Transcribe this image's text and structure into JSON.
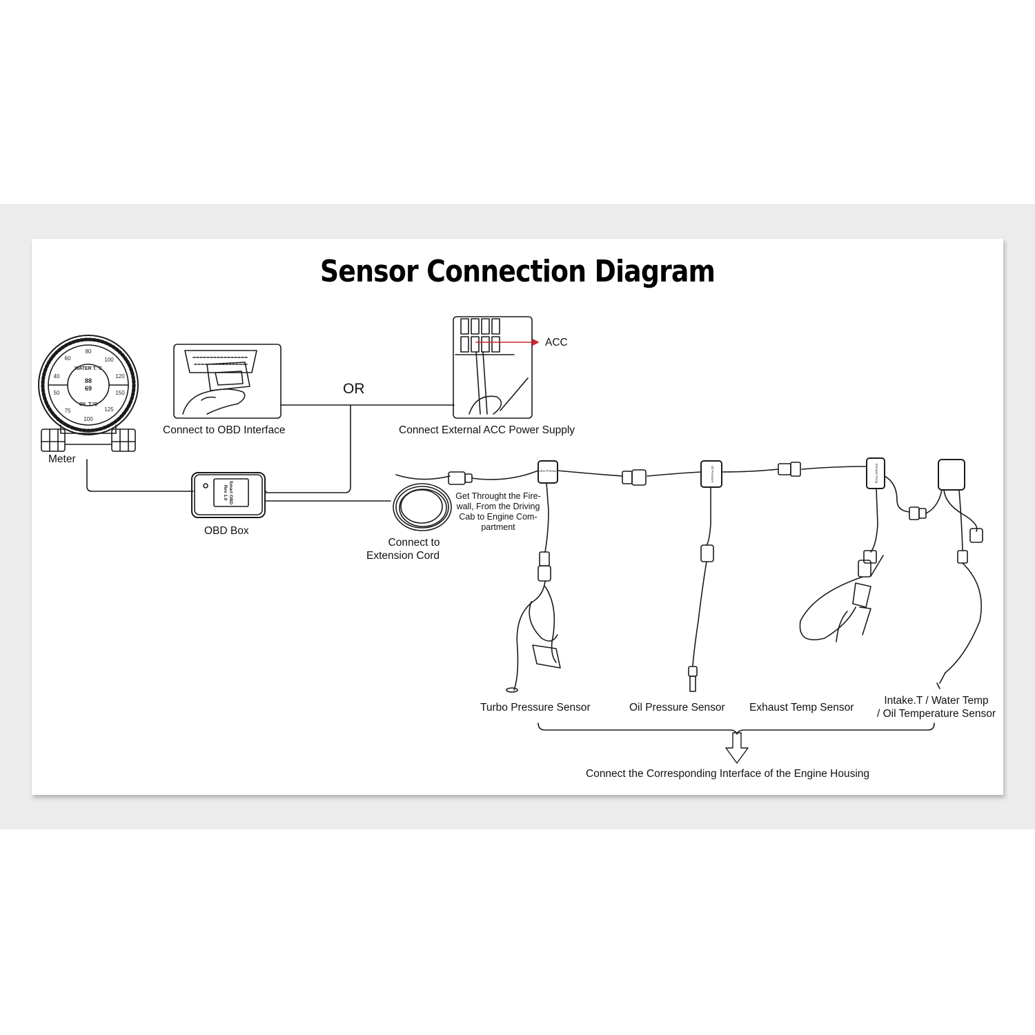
{
  "title": "Sensor Connection Diagram",
  "labels": {
    "meter": "Meter",
    "obd_interface": "Connect to OBD Interface",
    "or": "OR",
    "acc": "ACC",
    "acc_power": "Connect External ACC Power Supply",
    "obd_box": "OBD Box",
    "extension_line1": "Connect to",
    "extension_line2": "Extension Cord",
    "firewall_line1": "Get Throught the Fire-",
    "firewall_line2": "wall, From the Driving",
    "firewall_line3": "Cab to Engine Com-",
    "firewall_line4": "partment",
    "turbo": "Turbo Pressure Sensor",
    "oil_pressure": "Oil Pressure Sensor",
    "exhaust": "Exhaust Temp Sensor",
    "intake_line1": "Intake.T / Water Temp",
    "intake_line2": "/ Oil Temperature Sensor",
    "engine_housing": "Connect the Corresponding Interface of the Engine Housing"
  },
  "gauge": {
    "upper_label": "WATER T.°C",
    "lower_label": "OIL T.°C",
    "upper_ticks": [
      "40",
      "60",
      "80",
      "100",
      "120"
    ],
    "lower_ticks": [
      "50",
      "75",
      "100",
      "125",
      "150"
    ],
    "readout_top": "88",
    "readout_bottom": "69"
  },
  "obd_box_face": {
    "line1": "Smart OBD",
    "line2": "Rev 1.0"
  },
  "sensor_tags": {
    "turbo": "Turbo Pressure",
    "oil": "Oil Pressure",
    "exhaust": "Exhaust Temp"
  },
  "colors": {
    "acc_arrow": "#d4242a",
    "band": "#ececec",
    "line": "#1a1a1a"
  }
}
